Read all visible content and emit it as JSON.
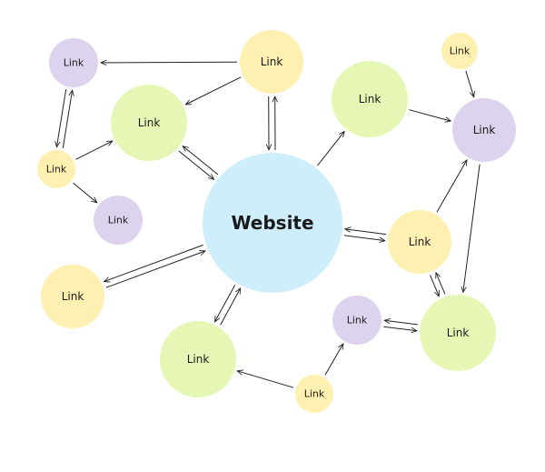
{
  "colors": {
    "hub": "#cfeefc",
    "yellow": "#fdf0b0",
    "purple": "#ddd3ee",
    "green": "#e6f7b5",
    "edge": "#222222"
  },
  "nodes": [
    {
      "id": "hub",
      "label": "Website",
      "color": "hub"
    },
    {
      "id": "n1",
      "label": "Link",
      "color": "purple"
    },
    {
      "id": "n2",
      "label": "Link",
      "color": "yellow"
    },
    {
      "id": "n3",
      "label": "Link",
      "color": "green"
    },
    {
      "id": "n4",
      "label": "Link",
      "color": "yellow"
    },
    {
      "id": "n5",
      "label": "Link",
      "color": "purple"
    },
    {
      "id": "n6",
      "label": "Link",
      "color": "green"
    },
    {
      "id": "n7",
      "label": "Link",
      "color": "yellow"
    },
    {
      "id": "n8",
      "label": "Link",
      "color": "purple"
    },
    {
      "id": "n9",
      "label": "Link",
      "color": "yellow"
    },
    {
      "id": "n10",
      "label": "Link",
      "color": "yellow"
    },
    {
      "id": "n11",
      "label": "Link",
      "color": "purple"
    },
    {
      "id": "n12",
      "label": "Link",
      "color": "green"
    },
    {
      "id": "n13",
      "label": "Link",
      "color": "green"
    },
    {
      "id": "n14",
      "label": "Link",
      "color": "yellow"
    }
  ],
  "edges": [
    {
      "from": "n2",
      "to": "n1"
    },
    {
      "from": "n2",
      "to": "n3"
    },
    {
      "from": "n2",
      "to": "hub"
    },
    {
      "from": "hub",
      "to": "n2"
    },
    {
      "from": "n4",
      "to": "n1"
    },
    {
      "from": "n1",
      "to": "n4"
    },
    {
      "from": "n4",
      "to": "n3"
    },
    {
      "from": "n4",
      "to": "n5"
    },
    {
      "from": "n3",
      "to": "hub"
    },
    {
      "from": "hub",
      "to": "n3"
    },
    {
      "from": "hub",
      "to": "n6"
    },
    {
      "from": "n6",
      "to": "n8"
    },
    {
      "from": "n7",
      "to": "n8"
    },
    {
      "from": "hub",
      "to": "n10"
    },
    {
      "from": "n10",
      "to": "hub"
    },
    {
      "from": "n10",
      "to": "n8"
    },
    {
      "from": "n8",
      "to": "n12"
    },
    {
      "from": "n10",
      "to": "n12"
    },
    {
      "from": "n12",
      "to": "n10"
    },
    {
      "from": "n12",
      "to": "n11"
    },
    {
      "from": "n11",
      "to": "n12"
    },
    {
      "from": "hub",
      "to": "n9"
    },
    {
      "from": "n9",
      "to": "hub"
    },
    {
      "from": "hub",
      "to": "n13"
    },
    {
      "from": "n13",
      "to": "hub"
    },
    {
      "from": "n14",
      "to": "n13"
    },
    {
      "from": "n14",
      "to": "n11"
    }
  ]
}
